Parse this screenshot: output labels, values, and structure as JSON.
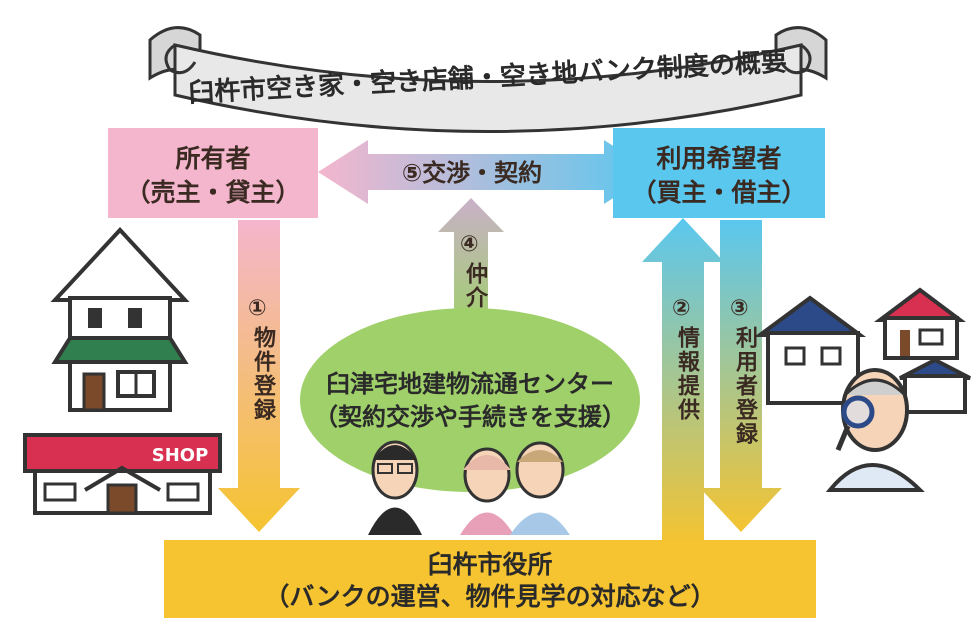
{
  "banner": {
    "title": "臼杵市空き家・空き店舗・空き地バンク制度の概要"
  },
  "owner": {
    "title": "所有者",
    "subtitle": "（売主・貸主）"
  },
  "user": {
    "title": "利用希望者",
    "subtitle": "（買主・借主）"
  },
  "center": {
    "title": "臼津宅地建物流通センター",
    "subtitle": "（契約交渉や手続きを支援）"
  },
  "cityhall": {
    "title": "臼杵市役所",
    "subtitle": "（バンクの運営、物件見学の対応など）"
  },
  "steps": {
    "s1": {
      "num": "①",
      "label": "物件登録"
    },
    "s2": {
      "num": "②",
      "label": "情報提供"
    },
    "s3": {
      "num": "③",
      "label": "利用者登録"
    },
    "s4": {
      "num": "④",
      "label": "仲介"
    },
    "s5": {
      "label": "⑤交渉・契約"
    }
  },
  "shop_sign": "SHOP",
  "colors": {
    "owner_box": "#f4b6cd",
    "user_box": "#5ac7ef",
    "cityhall_box": "#f5c430",
    "center_ellipse": "#9fd06a",
    "house_green": "#2f7f4f",
    "shop_red": "#d83050",
    "banner_fill": "#e8e8e8"
  }
}
